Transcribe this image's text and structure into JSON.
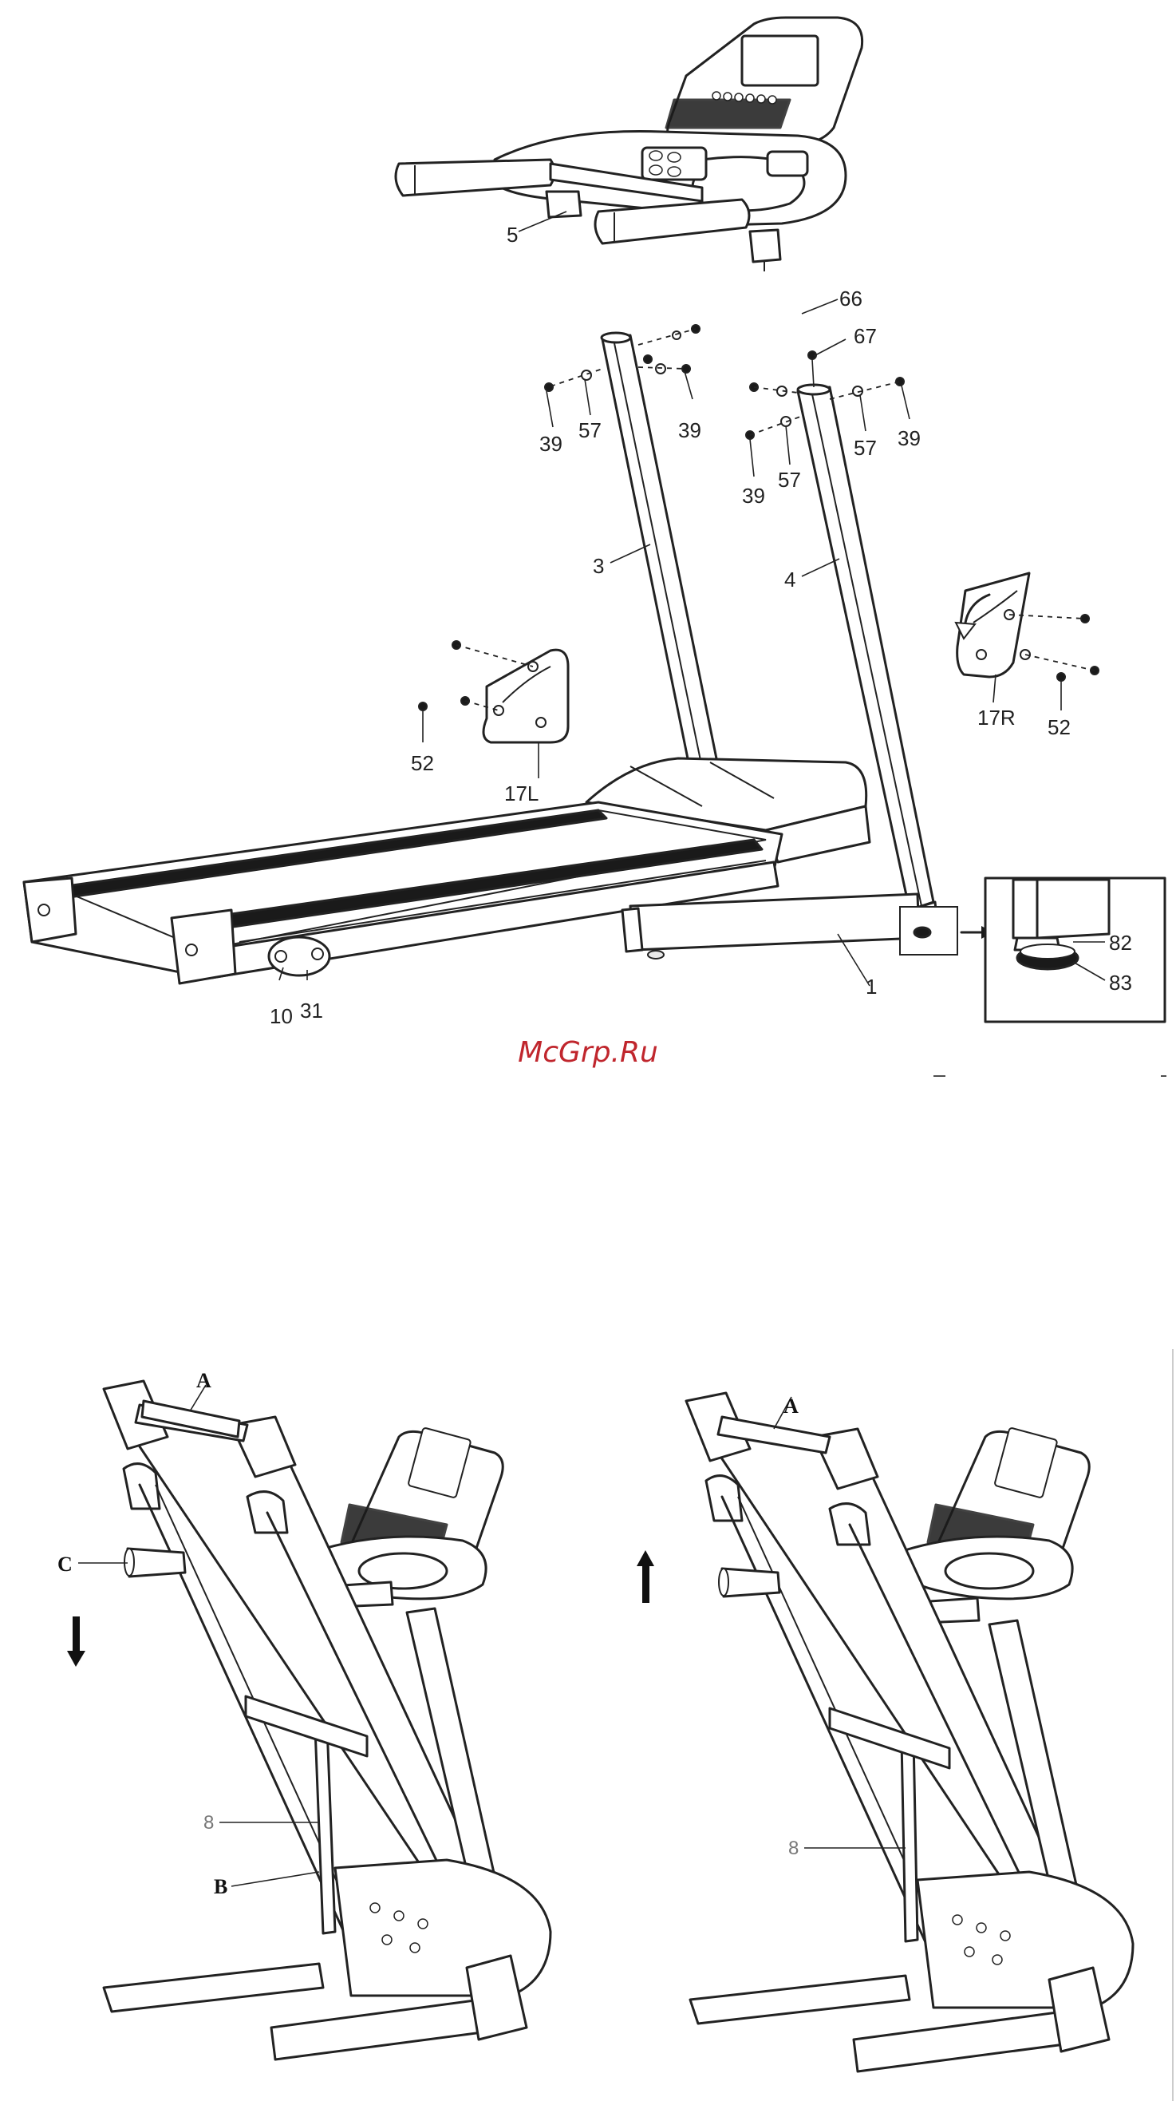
{
  "watermark": {
    "text": "McGrp.Ru",
    "color": "#c0262d"
  },
  "exploded_view": {
    "part_labels": {
      "p5": "5",
      "p66": "66",
      "p67": "67",
      "p39a": "39",
      "p57a": "57",
      "p39b": "39",
      "p39c": "39",
      "p57b": "57",
      "p57c": "57",
      "p39d": "39",
      "p3": "3",
      "p4": "4",
      "p17L": "17L",
      "p52a": "52",
      "p17R": "17R",
      "p52b": "52",
      "p10": "10",
      "p31": "31",
      "p1": "1",
      "p82": "82",
      "p83": "83"
    }
  },
  "folding_left": {
    "labels": {
      "A": "A",
      "C": "C",
      "n8": "8",
      "B": "B"
    },
    "arrow": "arrow-down"
  },
  "folding_right": {
    "labels": {
      "A": "A",
      "n8": "8"
    },
    "arrow": "arrow-up"
  }
}
